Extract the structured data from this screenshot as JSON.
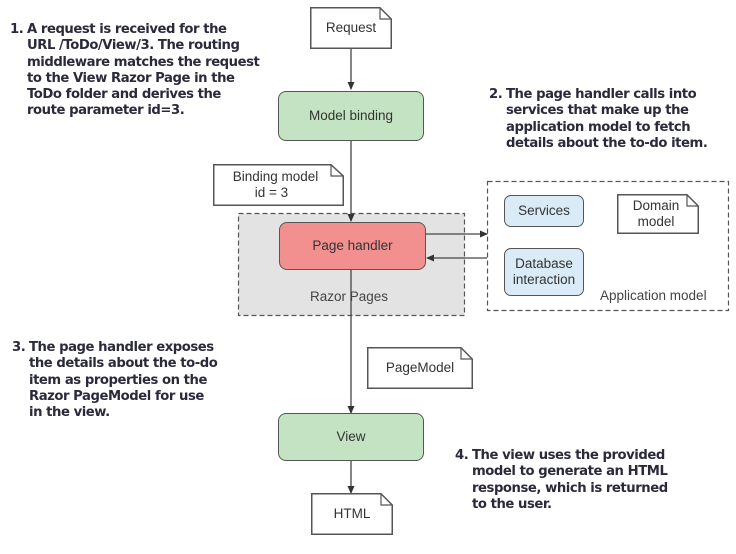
{
  "annotations": [
    {
      "number": "1.",
      "lines": [
        "A request is received for the",
        "URL /ToDo/View/3. The routing",
        "middleware matches the request",
        "to the View Razor Page in the",
        "ToDo folder and derives the",
        "route parameter id=3."
      ]
    },
    {
      "number": "2.",
      "lines": [
        "The page handler calls into",
        "services that make up the",
        "application model to fetch",
        "details about the to-do item."
      ]
    },
    {
      "number": "3.",
      "lines": [
        "The page handler exposes",
        "the details about the to-do",
        "item as properties on the",
        "Razor PageModel for use",
        "in the view."
      ]
    },
    {
      "number": "4.",
      "lines": [
        "The view uses the provided",
        "model to generate an HTML",
        "response, which is returned",
        "to the user."
      ]
    }
  ],
  "documents": {
    "request": "Request",
    "binding_model": [
      "Binding model",
      "id = 3"
    ],
    "page_model": "PageModel",
    "html": "HTML",
    "domain_model": [
      "Domain",
      "model"
    ]
  },
  "nodes": {
    "model_binding": "Model binding",
    "page_handler": "Page handler",
    "view": "View",
    "services": "Services",
    "database_interaction": [
      "Database",
      "interaction"
    ]
  },
  "groups": {
    "razor_pages": "Razor Pages",
    "application_model": "Application model"
  },
  "colors": {
    "pipeline_node": "#c3e3c3",
    "page_handler": "#f29090",
    "service_node": "#d9ebf7",
    "razor_pages_group": "#e3e3e3",
    "annotation_text": "#2a2a3a"
  }
}
